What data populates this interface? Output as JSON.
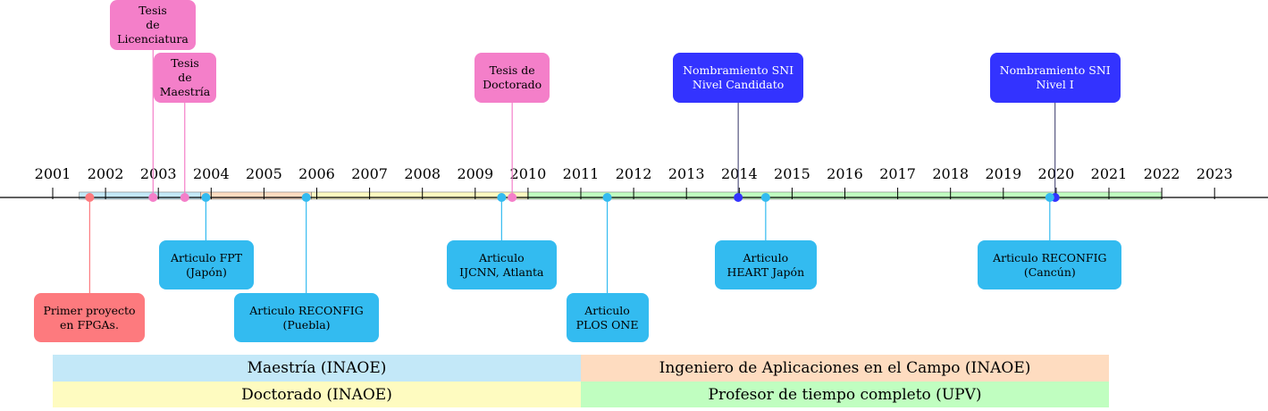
{
  "years": [
    "2001",
    "2002",
    "2003",
    "2004",
    "2005",
    "2006",
    "2007",
    "2008",
    "2009",
    "2010",
    "2011",
    "2012",
    "2013",
    "2014",
    "2015",
    "2016",
    "2017",
    "2018",
    "2019",
    "2020",
    "2021",
    "2022",
    "2023"
  ],
  "colors": {
    "pink": "#f47fc9",
    "blue": "#33bbf0",
    "red": "#fd7a7e",
    "navy": "#3333ff",
    "band_maestria": "#c3e8f8",
    "band_ingeniero": "#fedcc0",
    "band_doctorado": "#fefbc0",
    "band_profesor": "#c0fec0"
  },
  "bands": [
    {
      "name": "Maestría (INAOE)",
      "start": 2001.5,
      "end": 2003.8,
      "color": "band_maestria"
    },
    {
      "name": "Ingeniero de Aplicaciones en el Campo (INAOE)",
      "start": 2003.8,
      "end": 2005.9,
      "color": "band_ingeniero"
    },
    {
      "name": "Doctorado (INAOE)",
      "start": 2005.9,
      "end": 2010.0,
      "color": "band_doctorado"
    },
    {
      "name": "Profesor de tiempo completo (UPV)",
      "start": 2010.0,
      "end": 2022.0,
      "color": "band_profesor"
    }
  ],
  "events": [
    {
      "id": "tesis-licenciatura",
      "label": "Tesis\nde\nLicenciatura",
      "date": 2002.9,
      "color": "pink"
    },
    {
      "id": "tesis-maestria",
      "label": "Tesis\nde\nMaestría",
      "date": 2003.5,
      "color": "pink"
    },
    {
      "id": "tesis-doctorado",
      "label": "Tesis de\nDoctorado",
      "date": 2009.7,
      "color": "pink"
    },
    {
      "id": "sni-candidato",
      "label": "Nombramiento SNI\nNivel Candidato",
      "date": 2013.98,
      "color": "navy"
    },
    {
      "id": "sni-nivel-1",
      "label": "Nombramiento SNI\nNivel I",
      "date": 2019.98,
      "color": "navy"
    },
    {
      "id": "primer-proyecto",
      "label": "Primer proyecto\nen FPGAs.",
      "date": 2001.7,
      "color": "red"
    },
    {
      "id": "articulo-fpt",
      "label": "Articulo FPT\n(Japón)",
      "date": 2003.9,
      "color": "blue"
    },
    {
      "id": "articulo-reconfig-puebla",
      "label": "Articulo RECONFIG\n(Puebla)",
      "date": 2005.8,
      "color": "blue"
    },
    {
      "id": "articulo-ijcnn",
      "label": "Articulo\nIJCNN, Atlanta",
      "date": 2009.5,
      "color": "blue"
    },
    {
      "id": "articulo-plos-one",
      "label": "Articulo\nPLOS ONE",
      "date": 2011.5,
      "color": "blue"
    },
    {
      "id": "articulo-heart",
      "label": "Articulo\nHEART Japón",
      "date": 2014.5,
      "color": "blue"
    },
    {
      "id": "articulo-reconfig-cancun",
      "label": "Articulo RECONFIG\n(Cancún)",
      "date": 2019.88,
      "color": "blue"
    }
  ],
  "legend": [
    {
      "label": "Maestría (INAOE)",
      "color": "band_maestria"
    },
    {
      "label": "Ingeniero de Aplicaciones en el Campo (INAOE)",
      "color": "band_ingeniero"
    },
    {
      "label": "Doctorado (INAOE)",
      "color": "band_doctorado"
    },
    {
      "label": "Profesor de tiempo completo (UPV)",
      "color": "band_profesor"
    }
  ]
}
